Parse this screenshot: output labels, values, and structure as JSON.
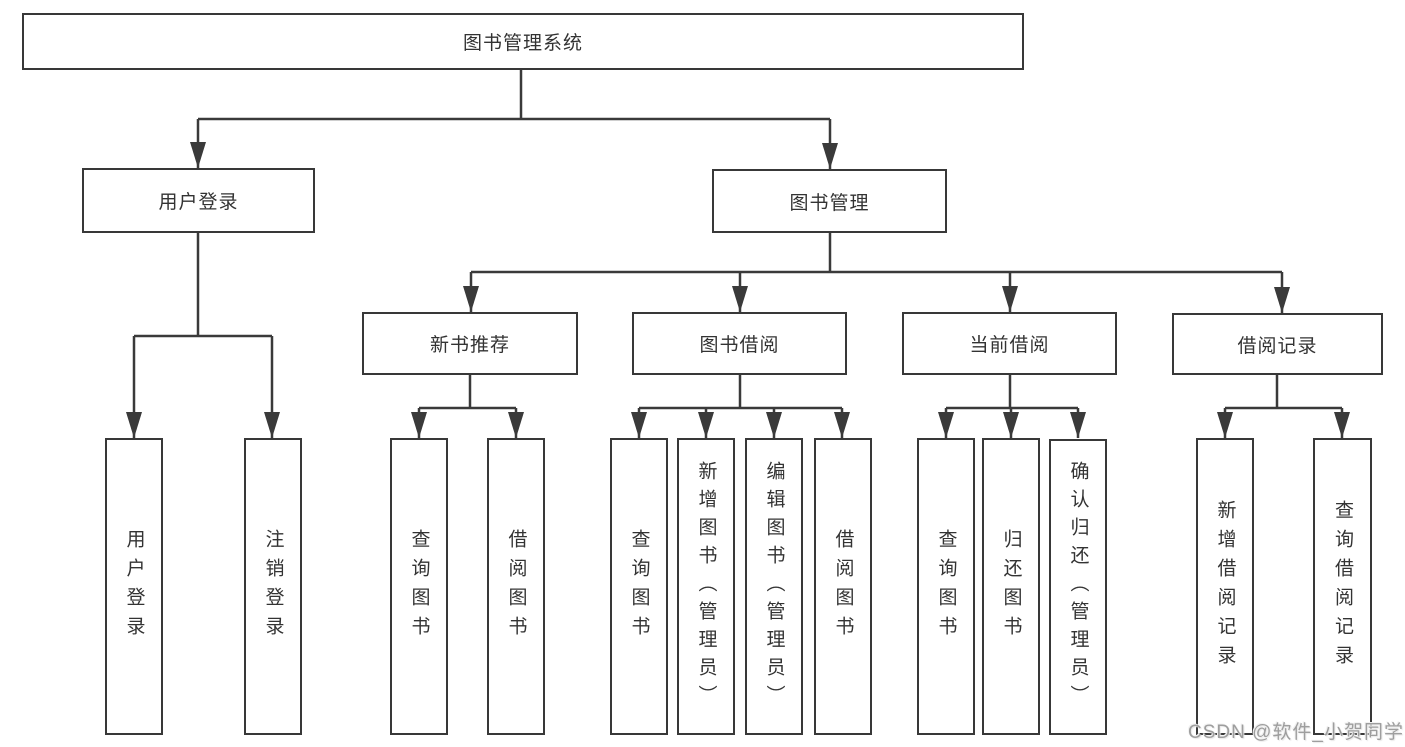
{
  "diagram_title": "图书管理系统",
  "tree": {
    "label": "图书管理系统",
    "children": [
      {
        "label": "用户登录",
        "children": [
          {
            "label": "用户登录"
          },
          {
            "label": "注销登录"
          }
        ]
      },
      {
        "label": "图书管理",
        "children": [
          {
            "label": "新书推荐",
            "children": [
              {
                "label": "查询图书"
              },
              {
                "label": "借阅图书"
              }
            ]
          },
          {
            "label": "图书借阅",
            "children": [
              {
                "label": "查询图书"
              },
              {
                "label": "新增图书（管理员）"
              },
              {
                "label": "编辑图书（管理员）"
              },
              {
                "label": "借阅图书"
              }
            ]
          },
          {
            "label": "当前借阅",
            "children": [
              {
                "label": "查询图书"
              },
              {
                "label": "归还图书"
              },
              {
                "label": "确认归还（管理员）"
              }
            ]
          },
          {
            "label": "借阅记录",
            "children": [
              {
                "label": "新增借阅记录"
              },
              {
                "label": "查询借阅记录"
              }
            ]
          }
        ]
      }
    ]
  },
  "watermark": {
    "text": "CSDN @软件_小贺同学"
  },
  "colors": {
    "line": "#3a3a3a",
    "box_border": "#383838",
    "text": "#333333",
    "watermark": "#9e9e9e",
    "background": "#ffffff"
  }
}
